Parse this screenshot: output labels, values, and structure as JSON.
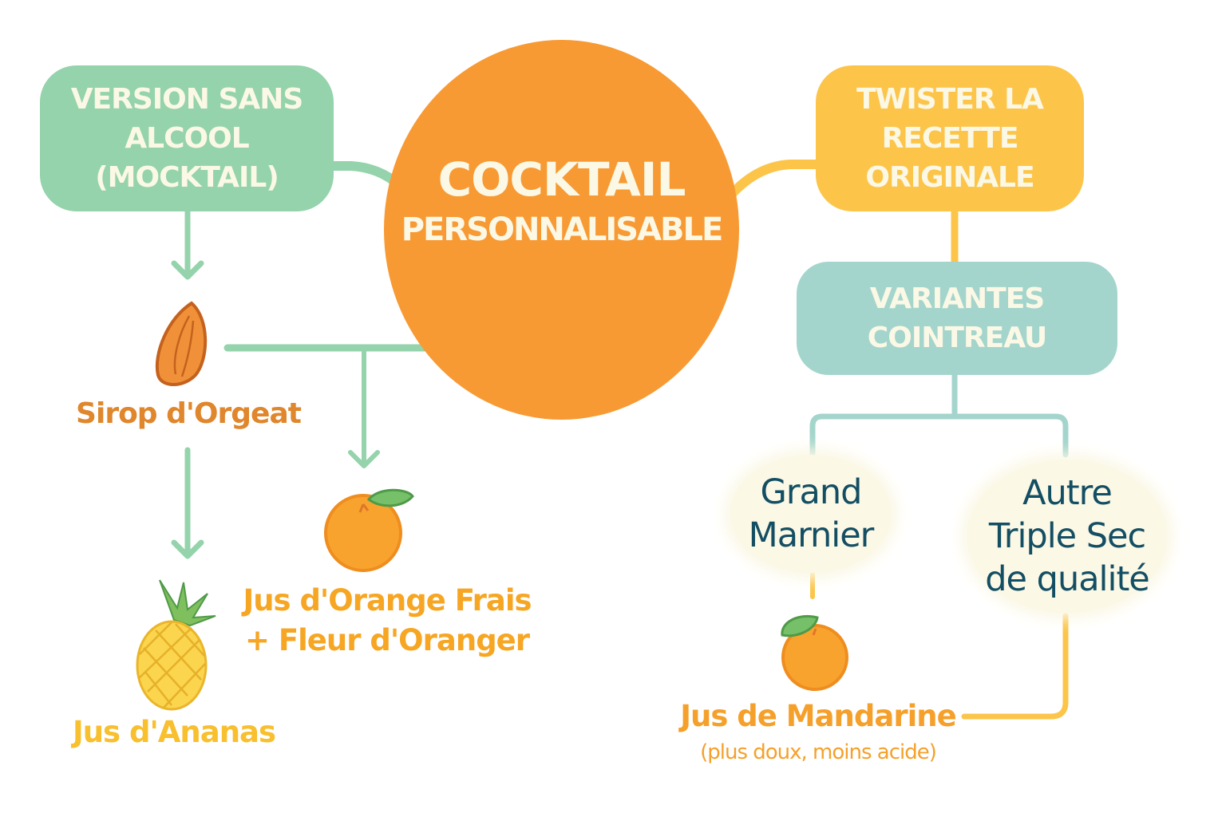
{
  "center": {
    "line1": "COCKTAIL",
    "line2": "PERSONNALISABLE"
  },
  "mocktail_box": {
    "lines": [
      "VERSION SANS",
      "ALCOOL",
      "(MOCKTAIL)"
    ]
  },
  "twist_box": {
    "lines": [
      "TWISTER LA",
      "RECETTE",
      "ORIGINALE"
    ]
  },
  "variants_box": {
    "lines": [
      "VARIANTES",
      "COINTREAU"
    ]
  },
  "ingredients": {
    "orgeat": "Sirop d'Orgeat",
    "orange_line1": "Jus d'Orange Frais",
    "orange_line2": "+ Fleur d'Oranger",
    "ananas": "Jus d'Ananas",
    "mandarine": "Jus de Mandarine",
    "mandarine_note": "(plus doux, moins acide)"
  },
  "variants": {
    "grand_marnier": [
      "Grand",
      "Marnier"
    ],
    "triple_sec": [
      "Autre",
      "Triple Sec",
      "de qualité"
    ]
  },
  "colors": {
    "green": "#94d3ab",
    "orange": "#f89a33",
    "yellow": "#fcc54a",
    "teal": "#a4d5cc",
    "cream": "#fbf8e6",
    "navy": "#134e63"
  }
}
